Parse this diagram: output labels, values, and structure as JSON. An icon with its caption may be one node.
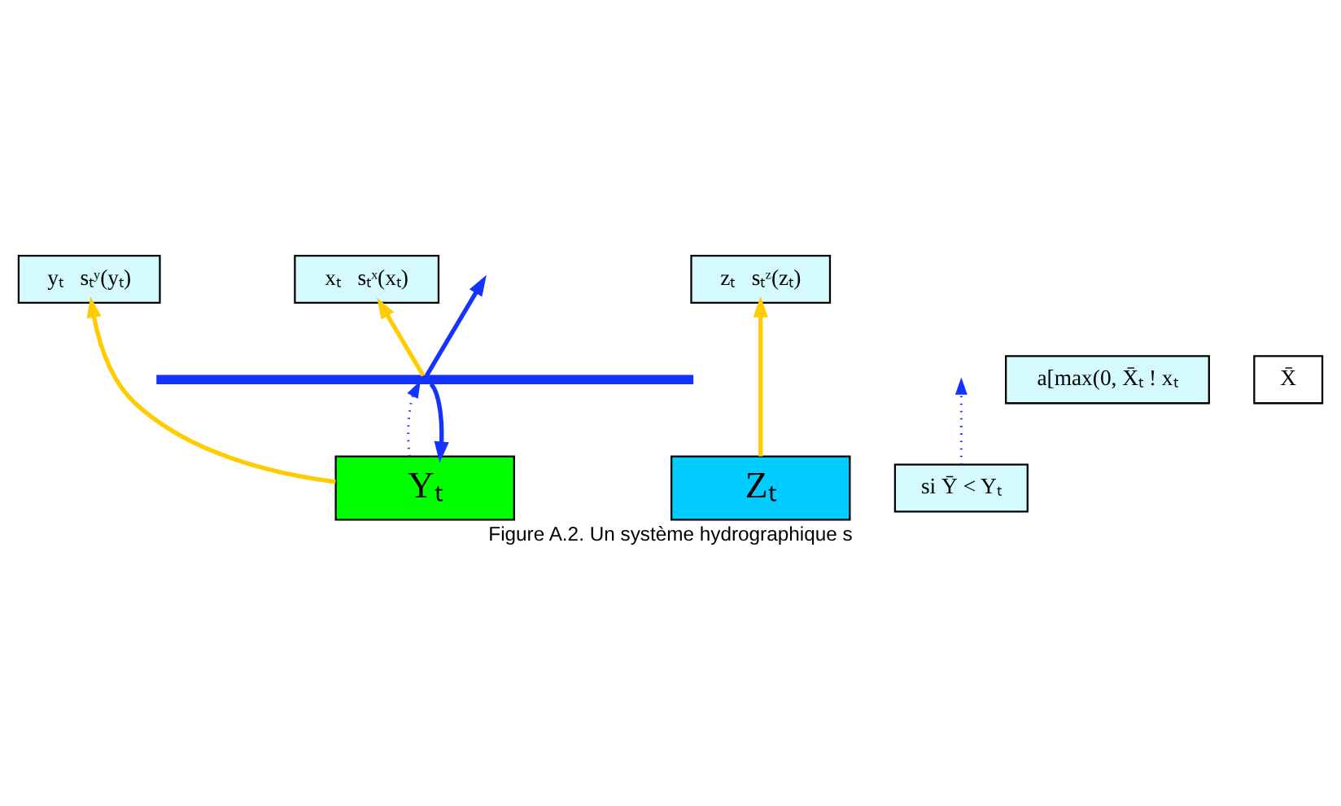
{
  "diagram": {
    "caption": "Figure A.2. Un système hydrographique s",
    "nodes": [
      {
        "text": [
          "xₜ   sₜˣ(xₜ)"
        ]
      },
      {
        "text": [
          "yₜ   sₜʸ(yₜ)"
        ]
      },
      {
        "text": [
          "zₜ   sₜᶻ(zₜ)"
        ]
      },
      {
        "text": [
          "si Ȳ < Yₜ"
        ]
      },
      {
        "text": [
          "Yₜ"
        ]
      },
      {
        "text": [
          "Zₜ"
        ]
      },
      {
        "text": [
          "a[max(0, X̄ₜ ! xₜ"
        ]
      },
      {
        "text": [
          "X̄"
        ]
      },
      {
        "text": [],
        "shape": "bar"
      }
    ],
    "edges": [
      {
        "from": 8,
        "to": 0,
        "arrow": "to",
        "color": "#ffcc00"
      },
      {
        "from": 4,
        "to": 1,
        "arrow": "to",
        "color": "#ffcc00"
      },
      {
        "from": 5,
        "to": 2,
        "arrow": "to",
        "color": "#ffcc00"
      },
      {
        "from": 8,
        "to": 4,
        "arrow": "to"
      },
      {
        "from": 4,
        "to": 8,
        "arrow": "to",
        "style": "dashed"
      },
      {
        "from": 3,
        "to": null,
        "arrow": "to",
        "style": "dashed"
      },
      {
        "from": 8,
        "to": null,
        "arrow": "to"
      }
    ]
  }
}
